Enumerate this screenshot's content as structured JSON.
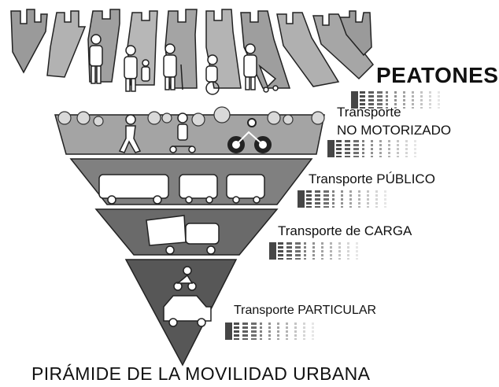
{
  "title": "PIRÁMIDE DE LA MOVILIDAD URBANA",
  "levels": [
    {
      "id": "peatones",
      "label": "PEATONES",
      "icons": [
        "walking-person-icon",
        "person-with-cane-icon",
        "parent-with-child-icon",
        "elderly-person-with-cane-icon",
        "wheelchair-user-icon",
        "person-with-stroller-icon"
      ],
      "color": "#a9a9a9"
    },
    {
      "id": "no-motorizado",
      "label_line1": "Transporte",
      "label_line2": "NO MOTORIZADO",
      "icons": [
        "runner-icon",
        "scooter-rider-icon",
        "cyclist-icon",
        "tree-icon"
      ],
      "color": "#a4a4a4"
    },
    {
      "id": "publico",
      "label": "Transporte PÚBLICO",
      "icons": [
        "bus-icon",
        "tram-icon",
        "train-icon"
      ],
      "color": "#808080"
    },
    {
      "id": "carga",
      "label": "Transporte de CARGA",
      "icons": [
        "cargo-truck-icon"
      ],
      "color": "#6a6a6a"
    },
    {
      "id": "particular",
      "label": "Transporte PARTICULAR",
      "icons": [
        "motorcycle-icon",
        "car-icon"
      ],
      "color": "#575757"
    }
  ]
}
